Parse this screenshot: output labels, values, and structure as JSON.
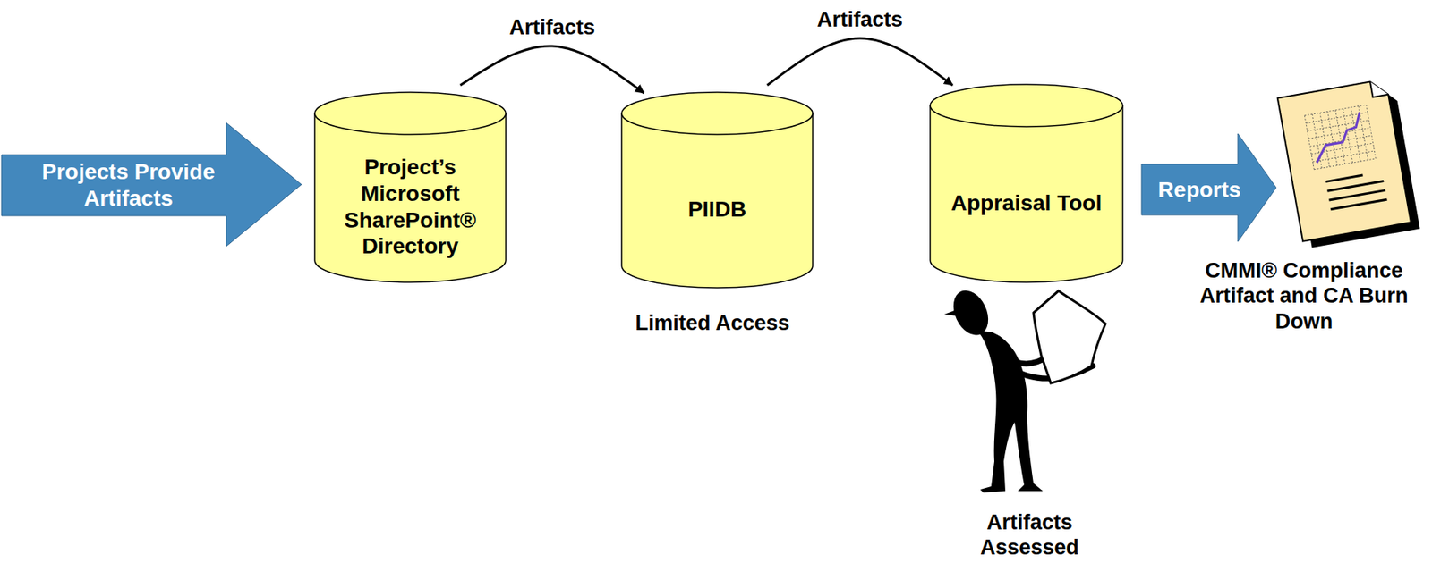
{
  "diagram": {
    "nodes": [
      {
        "text": [
          "Projects Provide Artifacts"
        ]
      },
      {
        "text": [
          "Project’s Microsoft SharePoint® Directory"
        ]
      },
      {
        "text": [
          "PIIDB"
        ]
      },
      {
        "text": [
          "Appraisal Tool"
        ]
      },
      {
        "text": [
          "Reports"
        ]
      },
      {
        "text": [
          "CMMI® Compliance Artifact and CA Burn Down"
        ]
      }
    ],
    "edges": [
      {
        "from": 1,
        "to": 2,
        "arrow": "to",
        "label": "Artifacts"
      },
      {
        "from": 2,
        "to": 3,
        "arrow": "to",
        "label": "Artifacts"
      }
    ],
    "labels": [
      "Limited Access",
      "Artifacts Assessed"
    ]
  }
}
